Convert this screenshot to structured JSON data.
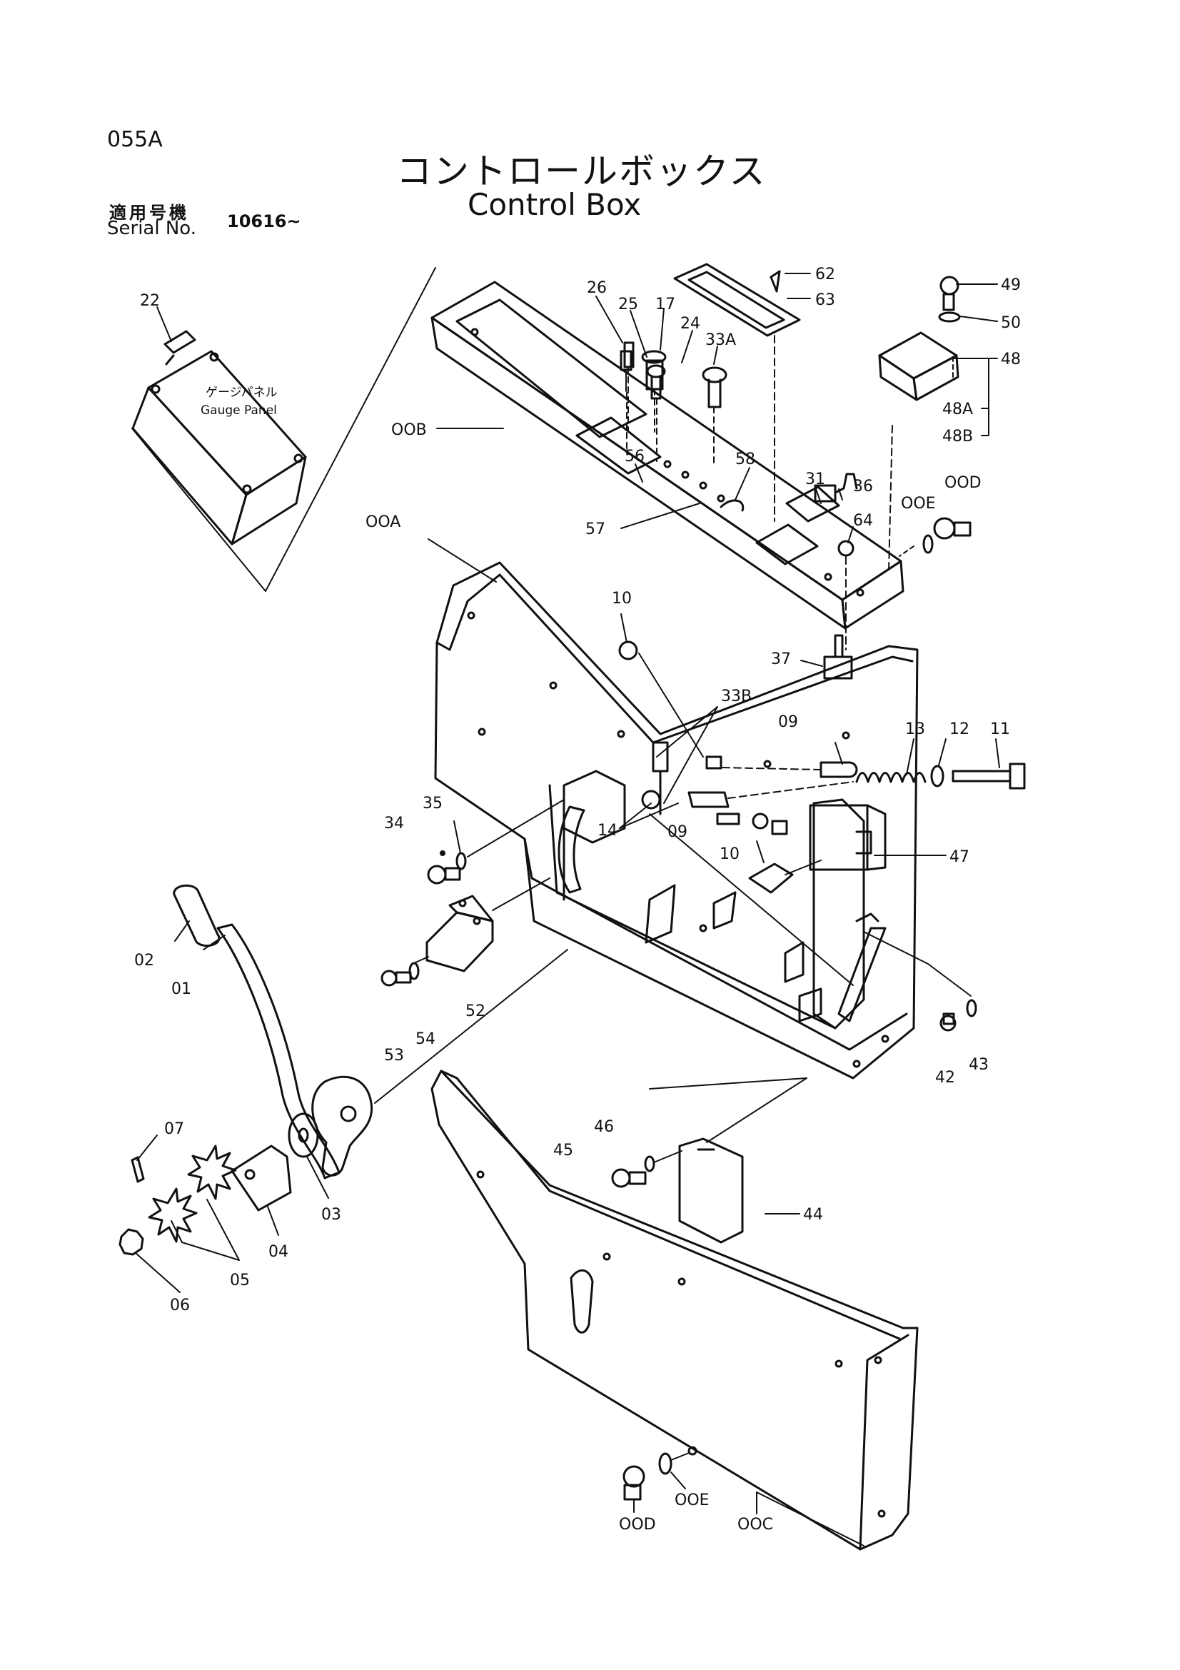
{
  "header": {
    "page_code": "055A",
    "title_jp": "コントロールボックス",
    "title_en": "Control Box",
    "serial_label_jp": "適用号機",
    "serial_label_en": "Serial No.",
    "serial_range": "10616~"
  },
  "inset": {
    "label_jp": "ゲージパネル",
    "label_en": "Gauge Panel"
  },
  "callouts": [
    {
      "id": "c-22",
      "text": "22"
    },
    {
      "id": "c-26",
      "text": "26"
    },
    {
      "id": "c-25",
      "text": "25"
    },
    {
      "id": "c-17",
      "text": "17"
    },
    {
      "id": "c-24",
      "text": "24"
    },
    {
      "id": "c-33a",
      "text": "33A"
    },
    {
      "id": "c-62",
      "text": "62"
    },
    {
      "id": "c-63",
      "text": "63"
    },
    {
      "id": "c-49",
      "text": "49"
    },
    {
      "id": "c-50",
      "text": "50"
    },
    {
      "id": "c-48",
      "text": "48"
    },
    {
      "id": "c-48a",
      "text": "48A"
    },
    {
      "id": "c-48b",
      "text": "48B"
    },
    {
      "id": "c-00b",
      "text": "OOB"
    },
    {
      "id": "c-56",
      "text": "56"
    },
    {
      "id": "c-58",
      "text": "58"
    },
    {
      "id": "c-57",
      "text": "57"
    },
    {
      "id": "c-31",
      "text": "31"
    },
    {
      "id": "c-36",
      "text": "36"
    },
    {
      "id": "c-64",
      "text": "64"
    },
    {
      "id": "c-00e-top",
      "text": "OOE"
    },
    {
      "id": "c-00d-top",
      "text": "OOD"
    },
    {
      "id": "c-00a",
      "text": "OOA"
    },
    {
      "id": "c-10-top",
      "text": "10"
    },
    {
      "id": "c-37",
      "text": "37"
    },
    {
      "id": "c-33b",
      "text": "33B"
    },
    {
      "id": "c-09-top",
      "text": "09"
    },
    {
      "id": "c-13",
      "text": "13"
    },
    {
      "id": "c-12",
      "text": "12"
    },
    {
      "id": "c-11",
      "text": "11"
    },
    {
      "id": "c-35",
      "text": "35"
    },
    {
      "id": "c-34",
      "text": "34"
    },
    {
      "id": "c-14",
      "text": "14"
    },
    {
      "id": "c-09-mid",
      "text": "09"
    },
    {
      "id": "c-10-mid",
      "text": "10"
    },
    {
      "id": "c-47",
      "text": "47"
    },
    {
      "id": "c-02",
      "text": "02"
    },
    {
      "id": "c-01",
      "text": "01"
    },
    {
      "id": "c-53",
      "text": "53"
    },
    {
      "id": "c-54",
      "text": "54"
    },
    {
      "id": "c-52",
      "text": "52"
    },
    {
      "id": "c-42",
      "text": "42"
    },
    {
      "id": "c-43",
      "text": "43"
    },
    {
      "id": "c-07",
      "text": "07"
    },
    {
      "id": "c-46",
      "text": "46"
    },
    {
      "id": "c-45",
      "text": "45"
    },
    {
      "id": "c-44",
      "text": "44"
    },
    {
      "id": "c-03",
      "text": "03"
    },
    {
      "id": "c-04",
      "text": "04"
    },
    {
      "id": "c-05",
      "text": "05"
    },
    {
      "id": "c-06",
      "text": "06"
    },
    {
      "id": "c-00e-bot",
      "text": "OOE"
    },
    {
      "id": "c-00d-bot",
      "text": "OOD"
    },
    {
      "id": "c-00c",
      "text": "OOC"
    }
  ]
}
